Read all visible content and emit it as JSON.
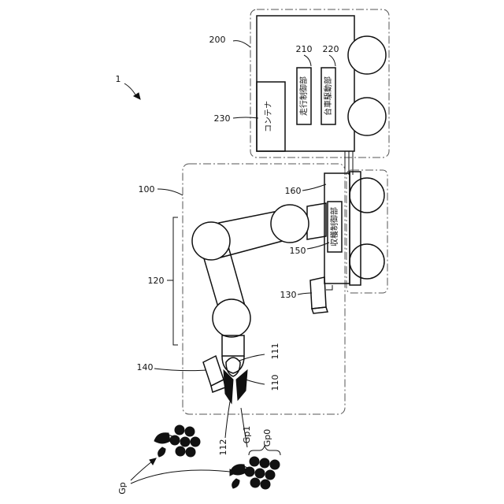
{
  "figure": {
    "system_ref": "1",
    "colors": {
      "ink": "#111111",
      "boundary": "#555555",
      "background": "#ffffff"
    }
  },
  "refs": {
    "r200": "200",
    "r210": "210",
    "r220": "220",
    "r230": "230",
    "r100": "100",
    "r160": "160",
    "r120": "120",
    "r150": "150",
    "r130": "130",
    "r140": "140",
    "r111": "111",
    "r110": "110",
    "r112": "112",
    "gp": "Gp",
    "gp1": "Gp1",
    "gp0": "Gp0"
  },
  "blocks": {
    "travel_control": "走行制御部",
    "cart_drive": "台車駆動部",
    "container": "コンテナ",
    "harvest_control": "収穫制御部"
  }
}
